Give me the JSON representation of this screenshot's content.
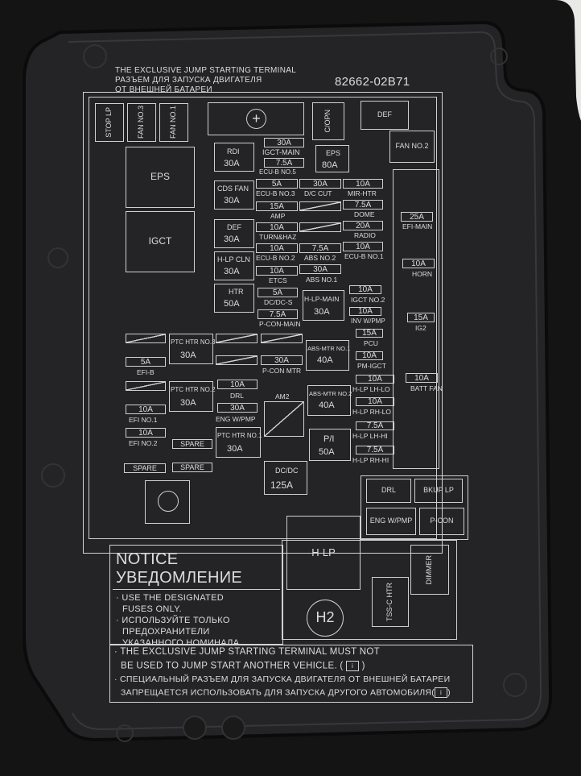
{
  "header": {
    "line1": "THE EXCLUSIVE JUMP STARTING TERMINAL",
    "line2": "РАЗЪЕМ ДЛЯ ЗАПУСКА ДВИГАТЕЛЯ",
    "line3": "ОТ ВНЕШНЕЙ БАТАРЕИ",
    "part_number": "82662-02B71"
  },
  "top_relays": {
    "stop_lp": "STOP LP",
    "fan_no3": "FAN NO.3",
    "fan_no1": "FAN NO.1",
    "c_opn": "C/OPN",
    "def": "DEF",
    "fan_no2": "FAN NO.2"
  },
  "left_relays": {
    "eps": "EPS",
    "igct": "IGCT"
  },
  "fuses": {
    "rdi": "RDI",
    "rdi_a": "30A",
    "igct_main_a": "30A",
    "igct_main": "IGCT-MAIN",
    "ecub5_a": "7.5A",
    "ecub5": "ECU-B NO.5",
    "eps": "EPS",
    "eps_a": "80A",
    "cds_fan": "CDS FAN",
    "cds_fan_a": "30A",
    "ecub3_a": "5A",
    "ecub3": "ECU-B NO.3",
    "dcut_a": "30A",
    "dcut": "D/C CUT",
    "mirhtr_a": "10A",
    "mirhtr": "MIR-HTR",
    "amp_a": "15A",
    "amp": "AMP",
    "dome_a": "7.5A",
    "dome": "DOME",
    "def": "DEF",
    "def_a": "30A",
    "turn_a": "10A",
    "turn": "TURN&HAZ",
    "radio_a": "20A",
    "radio": "RADIO",
    "hlpcln": "H-LP CLN",
    "hlpcln_a": "30A",
    "ecub2_a": "10A",
    "ecub2": "ECU-B NO.2",
    "abs2_a": "7.5A",
    "abs2": "ABS NO.2",
    "ecub1_a": "10A",
    "ecub1": "ECU-B NO.1",
    "etcs_a": "10A",
    "etcs": "ETCS",
    "abs1_a": "30A",
    "abs1": "ABS NO.1",
    "htr": "HTR",
    "htr_a": "50A",
    "dcdcs_a": "5A",
    "dcdcs": "DC/DC-S",
    "pconmain_a": "7.5A",
    "pconmain": "P-CON-MAIN",
    "hlpmain": "H-LP-MAIN",
    "hlpmain_a": "30A",
    "igct2_a": "10A",
    "igct2": "IGCT NO.2",
    "invwp_a": "10A",
    "invwp": "INV W/PMP",
    "pcu_a": "15A",
    "pcu": "PCU",
    "ptc3": "PTC HTR NO.3",
    "ptc3_a": "30A",
    "efib_a": "5A",
    "efib": "EFI-B",
    "pconmtr_a": "30A",
    "pconmtr": "P-CON MTR",
    "absmtr1": "ABS-MTR NO.1",
    "absmtr1_a": "40A",
    "pmigct_a": "10A",
    "pmigct": "PM-IGCT",
    "hlplhlo_a": "10A",
    "hlplhlo": "H-LP LH-LO",
    "ptc2": "PTC HTR NO.2",
    "ptc2_a": "30A",
    "drl_a": "10A",
    "drl": "DRL",
    "engwp_a": "30A",
    "engwp": "ENG W/PMP",
    "am2": "AM2",
    "absmtr2": "ABS-MTR NO.2",
    "absmtr2_a": "40A",
    "hlprhlo_a": "10A",
    "hlprhlo": "H-LP RH-LO",
    "hlplhhi_a": "7.5A",
    "hlplhhi": "H-LP LH-HI",
    "hlprhhi_a": "7.5A",
    "hlprhhi": "H-LP RH-HI",
    "efi1_a": "10A",
    "efi1": "EFI NO.1",
    "efi2_a": "10A",
    "efi2": "EFI NO.2",
    "spare1": "SPARE",
    "spare2": "SPARE",
    "spare3": "SPARE",
    "ptc1": "PTC HTR NO.1",
    "ptc1_a": "30A",
    "pi": "P/I",
    "pi_a": "50A",
    "dcdc": "DC/DC",
    "dcdc_a": "125A"
  },
  "right_fuses": {
    "efimain_a": "25A",
    "efimain": "EFI-MAIN",
    "horn_a": "10A",
    "horn": "HORN",
    "ig2_a": "15A",
    "ig2": "IG2",
    "battfan_a": "10A",
    "battfan": "BATT FAN"
  },
  "bottom_relays": {
    "drl": "DRL",
    "bkuplp": "BKUP LP",
    "engwp": "ENG W/PMP",
    "pcon": "P-CON",
    "hlp": "H-LP",
    "dimmer": "DIMMER",
    "tssc": "TSS-C HTR",
    "h2": "H2"
  },
  "notice": {
    "title_en": "NOTICE",
    "title_ru": "УВЕДОМЛЕНИЕ",
    "l1": "· USE THE DESIGNATED",
    "l2": "FUSES ONLY.",
    "l3": "· ИСПОЛЬЗУЙТЕ ТОЛЬКО",
    "l4": "ПРЕДОХРАНИТЕЛИ",
    "l5": "УКАЗАННОГО НОМИНАЛА."
  },
  "bottom_notice": {
    "l1": "· THE EXCLUSIVE JUMP STARTING TERMINAL MUST NOT",
    "l2": "BE USED TO JUMP START ANOTHER VEHICLE. (",
    "l2_end": ")",
    "l3": "· СПЕЦИАЛЬНЫЙ РАЗЪЕМ ДЛЯ ЗАПУСКА ДВИГАТЕЛЯ ОТ ВНЕШНЕЙ БАТАРЕИ",
    "l4": "ЗАПРЕЩАЕТСЯ ИСПОЛЬЗОВАТЬ ДЛЯ ЗАПУСКА ДРУГОГО АВТОМОБИЛЯ(",
    "l4_end": ")"
  },
  "colors": {
    "plastic": "#1c1c1d",
    "print": "#dcdcdc",
    "background": "#e9e9e7"
  }
}
